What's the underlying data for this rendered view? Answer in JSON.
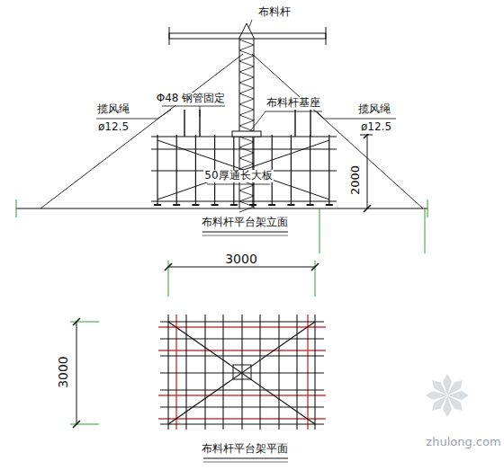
{
  "diagram": {
    "labels": [
      "布料杆",
      "Φ48 钢管固定",
      "揽风绳",
      "ø12.5",
      "布料杆基座",
      "揽风绳",
      "ø12.5",
      "50厚通长大板",
      "2000",
      "布料杆平台架立面",
      "3000",
      "3000",
      "布料杆平台架平面",
      "zhulong.com"
    ]
  }
}
